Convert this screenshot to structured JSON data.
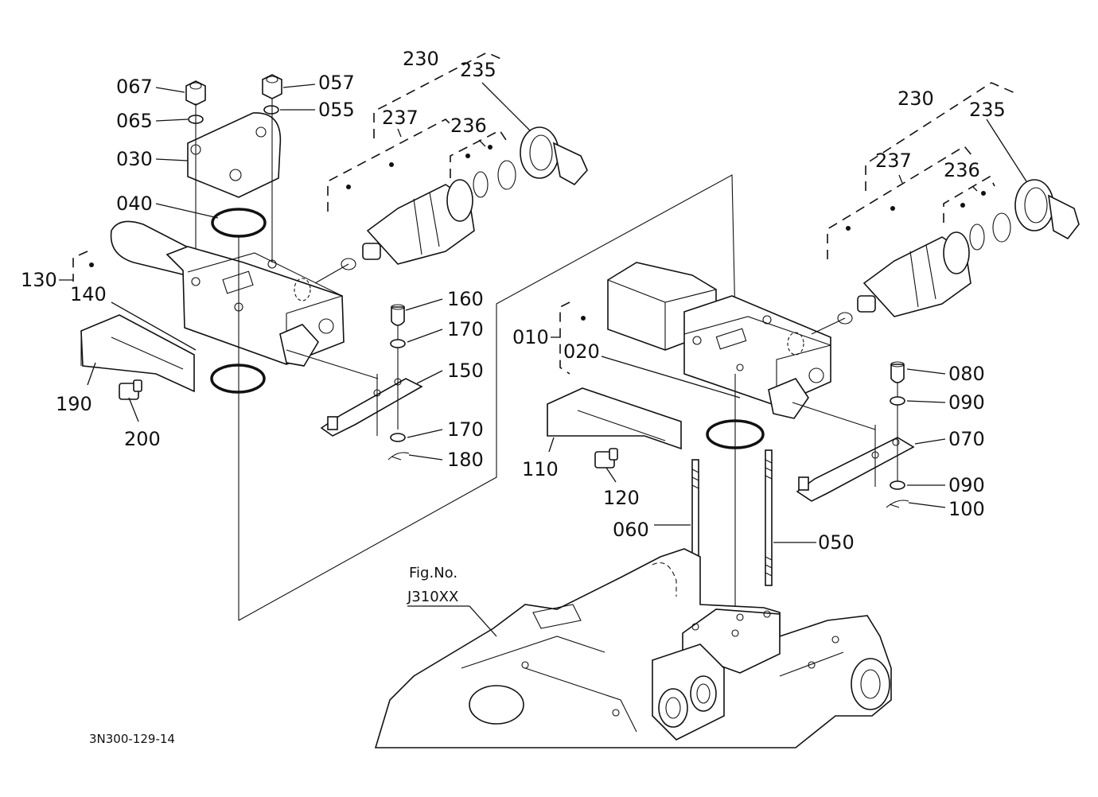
{
  "callouts": {
    "c067": "067",
    "c057": "057",
    "c065": "065",
    "c055": "055",
    "c030": "030",
    "c040": "040",
    "c130": "130",
    "c140": "140",
    "c190": "190",
    "c200": "200",
    "c160": "160",
    "c170a": "170",
    "c150": "150",
    "c170b": "170",
    "c180": "180",
    "c230a": "230",
    "c235a": "235",
    "c237a": "237",
    "c236a": "236",
    "c230b": "230",
    "c235b": "235",
    "c237b": "237",
    "c236b": "236",
    "c010": "010",
    "c020": "020",
    "c110": "110",
    "c120": "120",
    "c080": "080",
    "c090a": "090",
    "c070": "070",
    "c090b": "090",
    "c100": "100",
    "c060": "060",
    "c050": "050"
  },
  "reference": {
    "fig_label": "Fig.No.",
    "fig_number": "J310XX"
  },
  "drawing_code": "3N300-129-14"
}
